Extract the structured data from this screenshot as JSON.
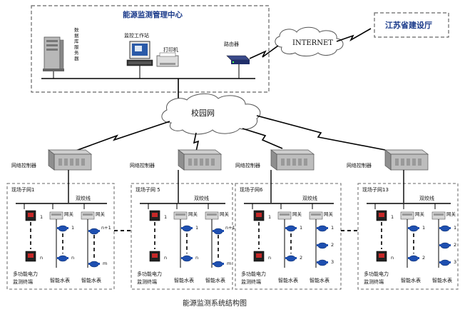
{
  "center": {
    "title": "能源监测管理中心",
    "db_server_label": [
      "数",
      "据",
      "库",
      "服",
      "务",
      "器"
    ],
    "workstation_label": "监控工作站",
    "printer_label": "打印机",
    "router_label": "路由器"
  },
  "internet_label": "INTERNET",
  "authority_label": "江苏省建设厅",
  "campus_label": "校园网",
  "controller_label": "网络控制器",
  "subnets": [
    {
      "name": "现场子网1",
      "cable": "双绞线",
      "gateway": "网关",
      "gateway2": "网关",
      "meter_labels": [
        "1",
        "n"
      ],
      "water1_labels": [
        "1",
        "n"
      ],
      "water2_labels": [
        "n+1",
        "m"
      ],
      "meter_caption": "多功能电力\n监测终端",
      "water_caption1": "智能水表",
      "water_caption2": "智能水表"
    },
    {
      "name": "现场子网 5",
      "cable": "双绞线",
      "gateway": "网关",
      "gateway2": "网关",
      "meter_labels": [
        "1",
        "n"
      ],
      "water1_labels": [
        "1",
        "n"
      ],
      "water2_labels": [
        "n+1",
        "m"
      ],
      "meter_caption": "多功能电力\n监测终端",
      "water_caption1": "智能水表",
      "water_caption2": "智能水表"
    },
    {
      "name": "现场子网6",
      "cable": "双绞线",
      "gateway": "网关",
      "meter_labels": [
        "1",
        "n"
      ],
      "water1_labels": [
        "1",
        "2"
      ],
      "water2_labels": [
        "1",
        "2",
        "3"
      ],
      "meter_caption": "多功能电力\n监测终端",
      "water_caption1": "智能水表",
      "water_caption2": "智能水表"
    },
    {
      "name": "现场子网13",
      "cable": "双绞线",
      "gateway": "网关",
      "gateway2": "网关",
      "meter_labels": [
        "1",
        "n"
      ],
      "water1_labels": [
        "1",
        "2"
      ],
      "water2_labels": [
        "1",
        "2",
        "3"
      ],
      "meter_caption": "多功能电力\n监测终端",
      "water_caption1": "智能水表",
      "water_caption2": "智能水表"
    }
  ],
  "caption": "能源监测系统结构图"
}
